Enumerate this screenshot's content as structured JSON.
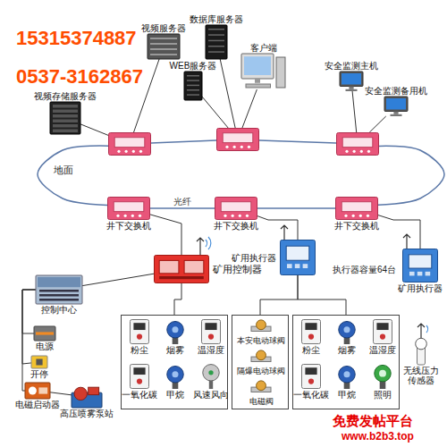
{
  "diagram": {
    "nodes": [
      {
        "text": [
          "视频服务器"
        ]
      },
      {
        "text": [
          "数据库服务器"
        ]
      },
      {
        "text": [
          "WEB服务器"
        ]
      },
      {
        "text": [
          "客户端"
        ]
      },
      {
        "text": [
          "安全监测主机"
        ]
      },
      {
        "text": [
          "安全监测备用机"
        ]
      },
      {
        "text": [
          "视频存储服务器"
        ]
      },
      {
        "text": []
      },
      {
        "text": []
      },
      {
        "text": []
      },
      {
        "text": [
          "井下交换机"
        ]
      },
      {
        "text": [
          "井下交换机"
        ]
      },
      {
        "text": [
          "井下交换机"
        ]
      },
      {
        "text": [
          "矿用控制器"
        ]
      },
      {
        "text": [
          "矿用执行器"
        ]
      },
      {
        "text": [
          "矿用执行器"
        ]
      },
      {
        "text": [
          "控制中心"
        ]
      },
      {
        "text": [
          "电源"
        ]
      },
      {
        "text": [
          "开停"
        ]
      },
      {
        "text": [
          "电磁启动器"
        ]
      },
      {
        "text": [
          "高压喷雾泵站"
        ]
      },
      {
        "text": []
      },
      {
        "text": [
          "粉尘"
        ],
        "in": 21
      },
      {
        "text": [
          "烟雾"
        ],
        "in": 21
      },
      {
        "text": [
          "温湿度"
        ],
        "in": 21
      },
      {
        "text": [
          "一氧化碳"
        ],
        "in": 21
      },
      {
        "text": [
          "甲烷"
        ],
        "in": 21
      },
      {
        "text": [
          "风速风向"
        ],
        "in": 21
      },
      {
        "text": []
      },
      {
        "text": [
          "本安电动球阀"
        ],
        "in": 28
      },
      {
        "text": [
          "隔爆电动球阀"
        ],
        "in": 28
      },
      {
        "text": [
          "电磁阀"
        ],
        "in": 28
      },
      {
        "text": []
      },
      {
        "text": [
          "粉尘"
        ],
        "in": 32
      },
      {
        "text": [
          "烟雾"
        ],
        "in": 32
      },
      {
        "text": [
          "温湿度"
        ],
        "in": 32
      },
      {
        "text": [
          "一氧化碳"
        ],
        "in": 32
      },
      {
        "text": [
          "甲烷"
        ],
        "in": 32
      },
      {
        "text": [
          "照明"
        ],
        "in": 32
      },
      {
        "text": [
          "无线压力传感器"
        ]
      }
    ],
    "edges": [
      {
        "from": 0,
        "to": 7,
        "arrow": "none"
      },
      {
        "from": 6,
        "to": 7,
        "arrow": "none"
      },
      {
        "from": 1,
        "to": 8,
        "arrow": "none"
      },
      {
        "from": 2,
        "to": 8,
        "arrow": "none"
      },
      {
        "from": 3,
        "to": 8,
        "arrow": "none"
      },
      {
        "from": 4,
        "to": 9,
        "arrow": "none"
      },
      {
        "from": 5,
        "to": 9,
        "arrow": "none"
      },
      {
        "from": 7,
        "to": 8,
        "arrow": "none"
      },
      {
        "from": 8,
        "to": 9,
        "arrow": "none"
      },
      {
        "from": 7,
        "to": 10,
        "arrow": "none"
      },
      {
        "from": 9,
        "to": 12,
        "arrow": "none"
      },
      {
        "from": 10,
        "to": 11,
        "label": "光纤",
        "arrow": "none"
      },
      {
        "from": 11,
        "to": 12,
        "arrow": "none"
      },
      {
        "from": 10,
        "to": 13,
        "arrow": "none"
      },
      {
        "from": 11,
        "to": 14,
        "arrow": "none"
      },
      {
        "from": 12,
        "to": 15,
        "arrow": "none"
      },
      {
        "from": 13,
        "to": 16,
        "arrow": "none"
      },
      {
        "from": 16,
        "to": 17,
        "arrow": "none"
      },
      {
        "from": 16,
        "to": 18,
        "arrow": "none"
      },
      {
        "from": 16,
        "to": 19,
        "arrow": "none"
      },
      {
        "from": 19,
        "to": 20,
        "arrow": "none"
      },
      {
        "from": 13,
        "to": 21,
        "arrow": "none"
      },
      {
        "from": 14,
        "to": 28,
        "arrow": "none"
      },
      {
        "from": 14,
        "to": 32,
        "arrow": "none"
      }
    ],
    "labels": [
      "15315374887",
      "0537-3162867",
      "地面",
      "执行器容量64台",
      "免费发帖平台",
      "www.b2b3.top"
    ]
  }
}
